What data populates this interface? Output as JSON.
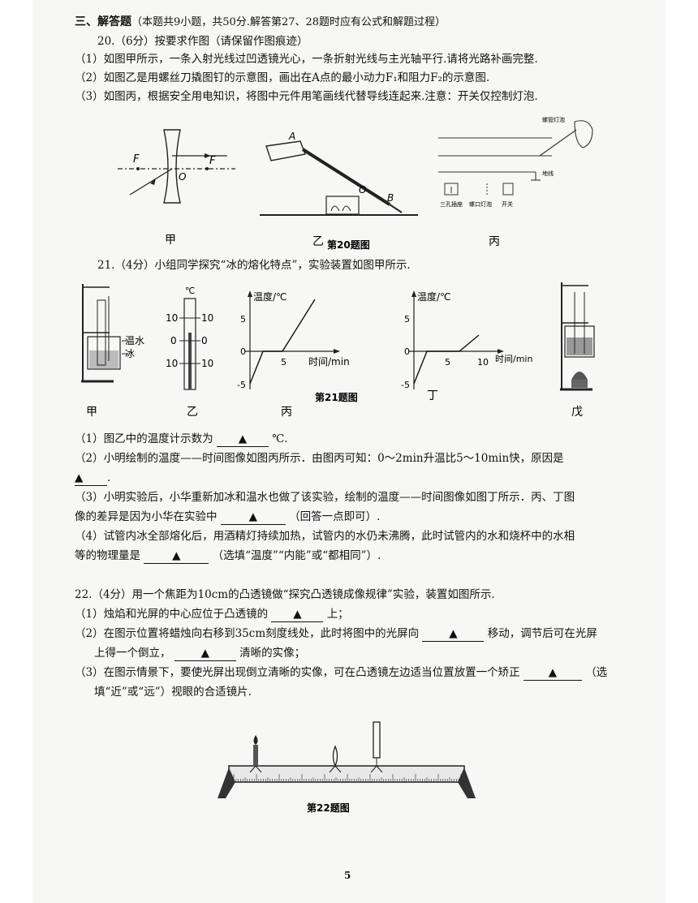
{
  "section_title": "三、解答题",
  "section_note": "（本题共9小题，共50分.解答第27、28题时应有公式和解题过程）",
  "q20": {
    "title": "20.（6分）按要求作图（请保留作图痕迹）",
    "p1": "（1）如图甲所示，一条入射光线过凹透镜光心，一条折射光线与主光轴平行.请将光路补画完整.",
    "p2": "（2）如图乙是用螺丝刀撬图钉的示意图，画出在A点的最小动力F₁和阻力F₂的示意图.",
    "p3": "（3）如图丙，根据安全用电知识，将图中元件用笔画线代替导线连起来.注意：开关仅控制灯泡.",
    "fig_jia": "甲",
    "fig_yi": "乙",
    "fig_bing": "丙",
    "caption": "第20题图",
    "lbl_F_left": "F",
    "lbl_F_right": "F",
    "lbl_O_lens": "O",
    "lbl_A": "A",
    "lbl_O_lever": "O",
    "lbl_B": "B",
    "lbl_bulb": "螺管灯泡",
    "lbl_ground": "地线",
    "lbl_socket3": "三孔插座",
    "lbl_socket2": "螺口灯泡",
    "lbl_switch": "开关"
  },
  "q21": {
    "title": "21.（4分）小组同学探究“冰的熔化特点”，实验装置如图甲所示.",
    "caption": "第21题图",
    "fig_labels": [
      "甲",
      "乙",
      "丙",
      "丁",
      "戊"
    ],
    "lbl_water": "温水",
    "lbl_ice": "冰",
    "thermo_unit": "℃",
    "thermo_ticks": [
      "10",
      "0",
      "10"
    ],
    "graph_ylabel": "温度/℃",
    "graph_xlabel": "时间/min",
    "graph_y5": "5",
    "graph_y0": "0",
    "graph_ym5": "-5",
    "graph_x5": "5",
    "graph_x10": "10",
    "p1": "（1）图乙中的温度计示数为",
    "p1_end": "℃.",
    "p2": "（2）小明绘制的温度——时间图像如图丙所示．由图丙可知：0～2min升温比5～10min快，原因是",
    "p2_end": ".",
    "p3a": "（3）小明实验后，小华重新加冰和温水也做了该实验，绘制的温度——时间图像如图丁所示．丙、丁图",
    "p3b": "像的差异是因为小华在实验中",
    "p3b_end": "（回答一点即可）.",
    "p4a": "（4）试管内冰全部熔化后，用酒精灯持续加热，试管内的水仍未沸腾，此时试管内的水和烧杯中的水相",
    "p4b": "等的物理量是",
    "p4b_end": "（选填“温度”“内能”或“都相同”）."
  },
  "q22": {
    "title": "22.（4分）用一个焦距为10cm的凸透镜做“探究凸透镜成像规律”实验，装置如图所示.",
    "p1": "（1）烛焰和光屏的中心应位于凸透镜的",
    "p1_end": "上；",
    "p2a": "（2）在图示位置将蜡烛向右移到35cm刻度线处，此时将图中的光屏向",
    "p2a_end": "移动，调节后可在光屏",
    "p2b": "上得一个倒立，",
    "p2b_end": "清晰的实像；",
    "p3a": "（3）在图示情景下，要使光屏出现倒立清晰的实像，可在凸透镜左边适当位置放置一个矫正",
    "p3a_end": "（选",
    "p3b": "填“近”或“远”）视眼的合适镜片.",
    "caption": "第22题图"
  },
  "blank_mark": "▲",
  "page_number": "5"
}
